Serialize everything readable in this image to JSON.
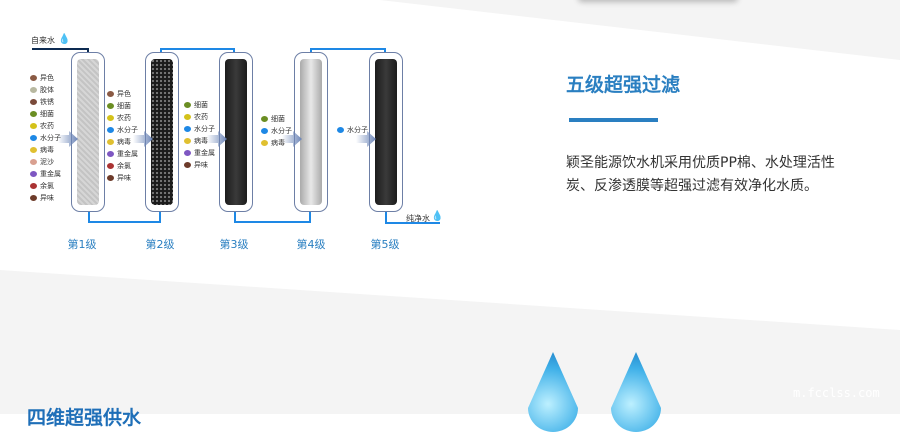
{
  "diagram": {
    "inlet_label": "自来水",
    "outlet_label": "纯净水",
    "stages": [
      "第1级",
      "第2级",
      "第3级",
      "第4级",
      "第5级"
    ],
    "impurities": [
      [
        "异色",
        "胶体",
        "铁锈",
        "细菌",
        "农药",
        "水分子",
        "病毒",
        "泥沙",
        "重金属",
        "余氯",
        "异味"
      ],
      [
        "异色",
        "细菌",
        "农药",
        "水分子",
        "病毒",
        "重金属",
        "余氯",
        "异味"
      ],
      [
        "细菌",
        "农药",
        "水分子",
        "病毒",
        "重金属",
        "异味"
      ],
      [
        "细菌",
        "水分子",
        "病毒"
      ],
      [
        "水分子"
      ]
    ]
  },
  "feature": {
    "title": "五级超强过滤",
    "description": "颖圣能源饮水机采用优质PP棉、水处理活性炭、反渗透膜等超强过滤有效净化水质。"
  },
  "next_section": {
    "title": "四维超强供水"
  },
  "watermark": "m.fcclss.com",
  "colors": {
    "accent": "#2a7fc1",
    "pipe": "#1e88e5",
    "bg_grey": "#f4f4f4"
  }
}
